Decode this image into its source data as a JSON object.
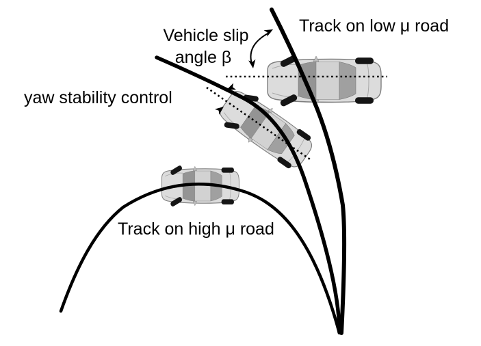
{
  "diagram": {
    "background_color": "#ffffff",
    "stroke_color": "#000000",
    "labels": {
      "vehicle_slip_line1": "Vehicle slip",
      "vehicle_slip_line2": "angle β",
      "track_low_mu": "Track on low μ road",
      "yaw_stability_control": "yaw stability control",
      "track_high_mu": "Track on high μ road"
    },
    "icons": {
      "car_low_mu": "car-top-view-icon",
      "car_yaw_control": "car-top-view-icon-rotated",
      "car_high_mu": "car-top-view-icon-small",
      "slip_angle_arrow": "curved-double-head-arrow-icon",
      "yaw_correction_upper": "small-arrowhead-icon",
      "yaw_correction_lower": "small-arrowhead-icon"
    },
    "car_colors": {
      "body": "#dcdcdc",
      "glass": "#949494",
      "roof": "#d2d2d2",
      "rear_glass": "#a0a0a0",
      "tires": "#151515",
      "outline": "#7d7d7d"
    }
  }
}
